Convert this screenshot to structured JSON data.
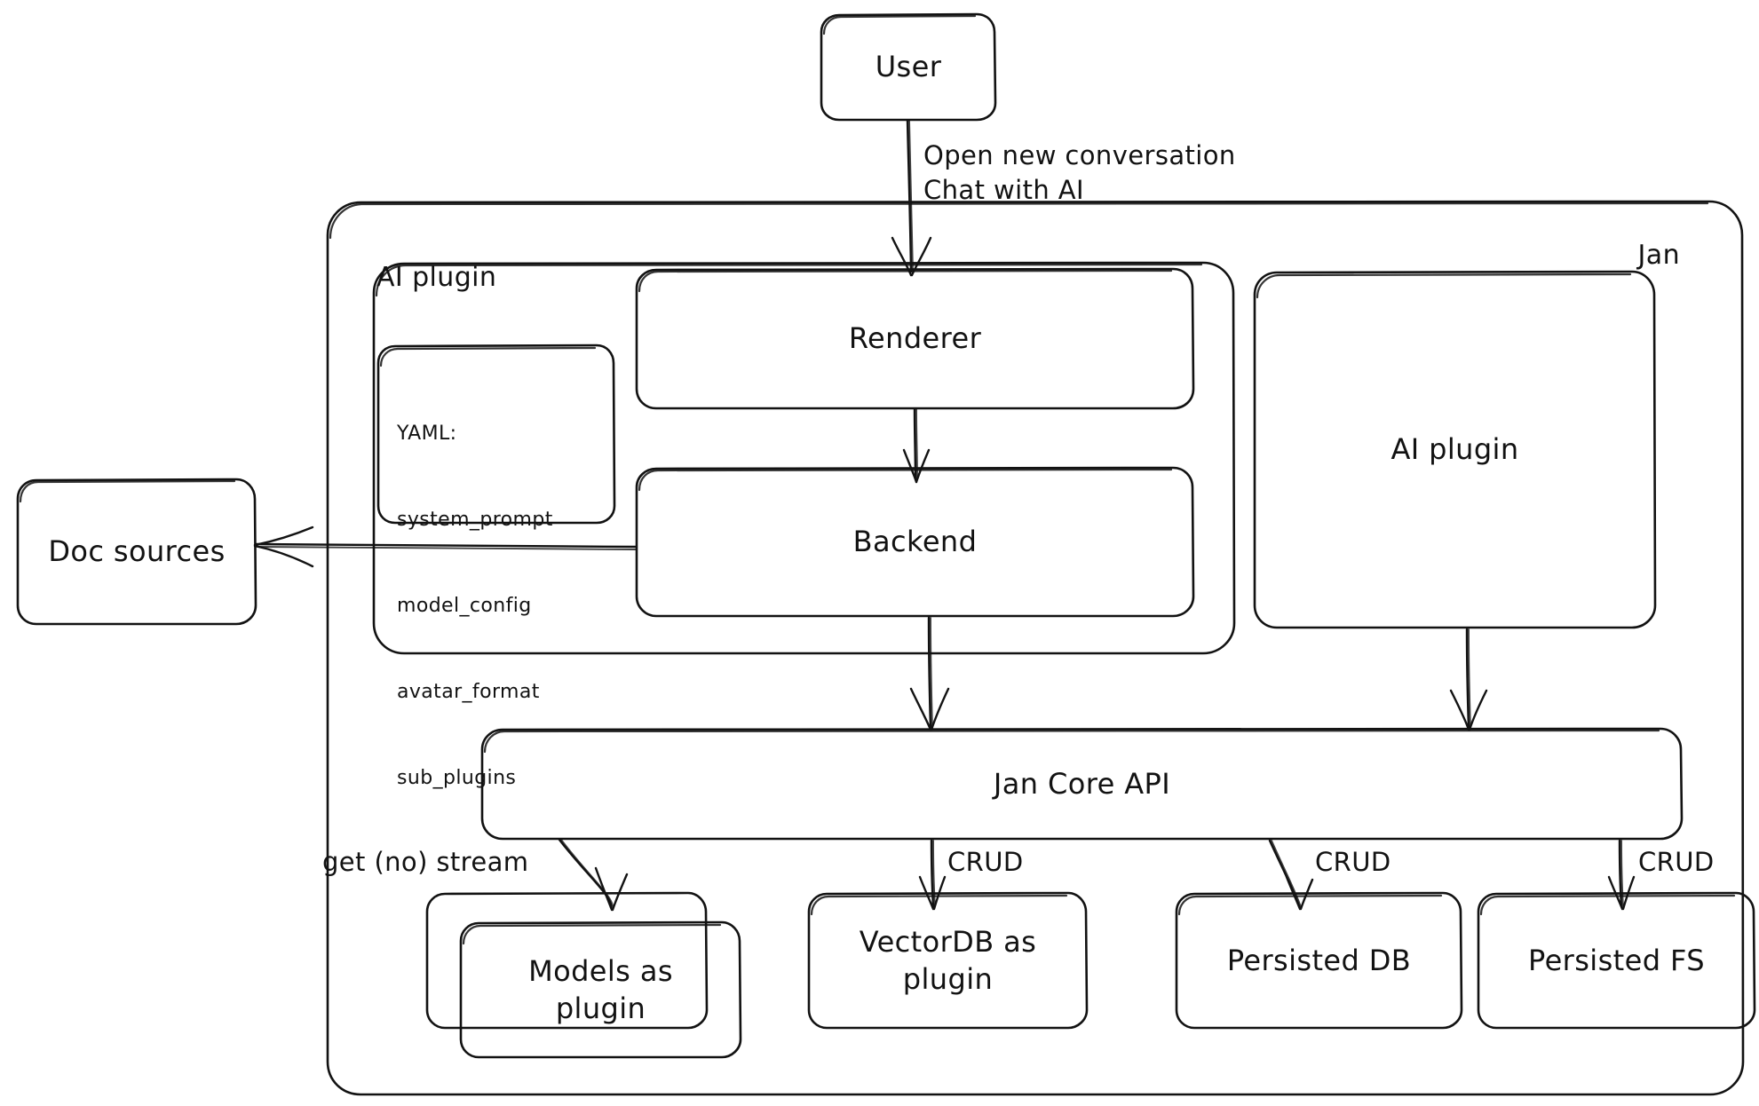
{
  "diagram": {
    "title": "Jan architecture diagram",
    "style": "hand-drawn",
    "stroke_color": "#121212",
    "background_color": "#ffffff"
  },
  "containers": [
    {
      "id": "jan",
      "label": "Jan",
      "label_position": "top-right"
    },
    {
      "id": "ai_plugin_group",
      "label": "AI plugin",
      "label_position": "top-left"
    }
  ],
  "nodes": {
    "user": {
      "label": "User"
    },
    "renderer": {
      "label": "Renderer"
    },
    "backend": {
      "label": "Backend"
    },
    "ai_plugin_right": {
      "label": "AI plugin"
    },
    "doc_sources": {
      "label": "Doc sources"
    },
    "jan_core_api": {
      "label": "Jan Core API"
    },
    "models_plugin": {
      "label": "Models as\nplugin"
    },
    "vectordb_plugin": {
      "label": "VectorDB as\nplugin"
    },
    "persisted_db": {
      "label": "Persisted DB"
    },
    "persisted_fs": {
      "label": "Persisted FS"
    }
  },
  "yaml_card": {
    "header": "YAML:",
    "keys": [
      "system_prompt",
      "model_config",
      "avatar_format",
      "sub_plugins"
    ]
  },
  "edges": [
    {
      "from": "user",
      "to": "renderer",
      "label": "Open new conversation\nChat with AI"
    },
    {
      "from": "renderer",
      "to": "backend",
      "label": ""
    },
    {
      "from": "backend",
      "to": "doc_sources",
      "label": ""
    },
    {
      "from": "backend",
      "to": "jan_core_api",
      "label": ""
    },
    {
      "from": "ai_plugin_right",
      "to": "jan_core_api",
      "label": ""
    },
    {
      "from": "jan_core_api",
      "to": "models_plugin",
      "label": "get (no) stream"
    },
    {
      "from": "jan_core_api",
      "to": "vectordb_plugin",
      "label": "CRUD"
    },
    {
      "from": "jan_core_api",
      "to": "persisted_db",
      "label": "CRUD"
    },
    {
      "from": "jan_core_api",
      "to": "persisted_fs",
      "label": "CRUD"
    }
  ]
}
